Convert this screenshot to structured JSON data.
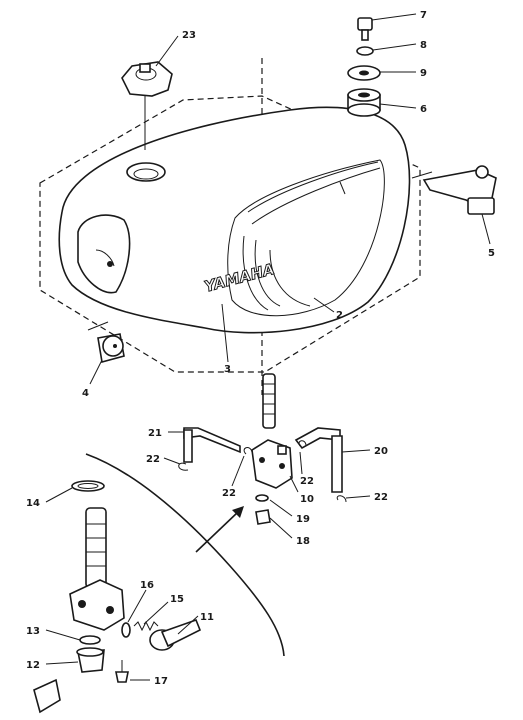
{
  "callouts": {
    "c7": "7",
    "c8": "8",
    "c9": "9",
    "c6": "6",
    "c23": "23",
    "c5": "5",
    "c2": "2",
    "c3": "3",
    "c4": "4",
    "c21": "21",
    "c22a": "22",
    "c22b": "22",
    "c22c": "22",
    "c22d": "22",
    "c20": "20",
    "c10": "10",
    "c19": "19",
    "c18": "18",
    "c14": "14",
    "c16": "16",
    "c15": "15",
    "c11": "11",
    "c13": "13",
    "c12": "12",
    "c17": "17"
  },
  "tank_emblem": "YAMAHA"
}
